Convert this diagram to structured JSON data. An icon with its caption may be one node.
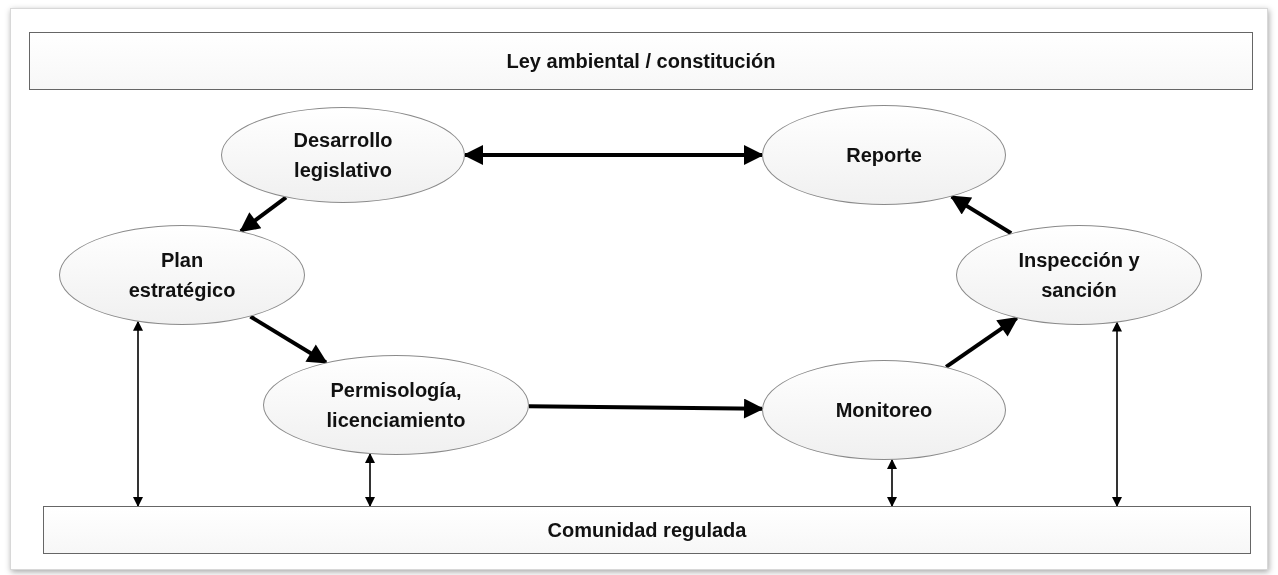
{
  "diagram": {
    "nodes": [
      {
        "text": [
          "Ley ambiental / constitución"
        ]
      },
      {
        "text": [
          "Desarrollo legislativo"
        ]
      },
      {
        "text": [
          "Reporte"
        ]
      },
      {
        "text": [
          "Plan estratégico"
        ]
      },
      {
        "text": [
          "Inspección y sanción"
        ]
      },
      {
        "text": [
          "Permisología, licenciamiento"
        ]
      },
      {
        "text": [
          "Monitoreo"
        ]
      },
      {
        "text": [
          "Comunidad regulada"
        ]
      }
    ],
    "edges": [
      {
        "from": 1,
        "to": 2,
        "arrow": "both"
      },
      {
        "from": 1,
        "to": 3,
        "arrow": "to"
      },
      {
        "from": 3,
        "to": 5,
        "arrow": "to"
      },
      {
        "from": 5,
        "to": 6,
        "arrow": "to"
      },
      {
        "from": 6,
        "to": 4,
        "arrow": "to"
      },
      {
        "from": 4,
        "to": 2,
        "arrow": "to"
      },
      {
        "from": 3,
        "to": 7,
        "arrow": "both"
      },
      {
        "from": 5,
        "to": 7,
        "arrow": "both"
      },
      {
        "from": 6,
        "to": 7,
        "arrow": "both"
      },
      {
        "from": 4,
        "to": 7,
        "arrow": "both"
      }
    ]
  }
}
